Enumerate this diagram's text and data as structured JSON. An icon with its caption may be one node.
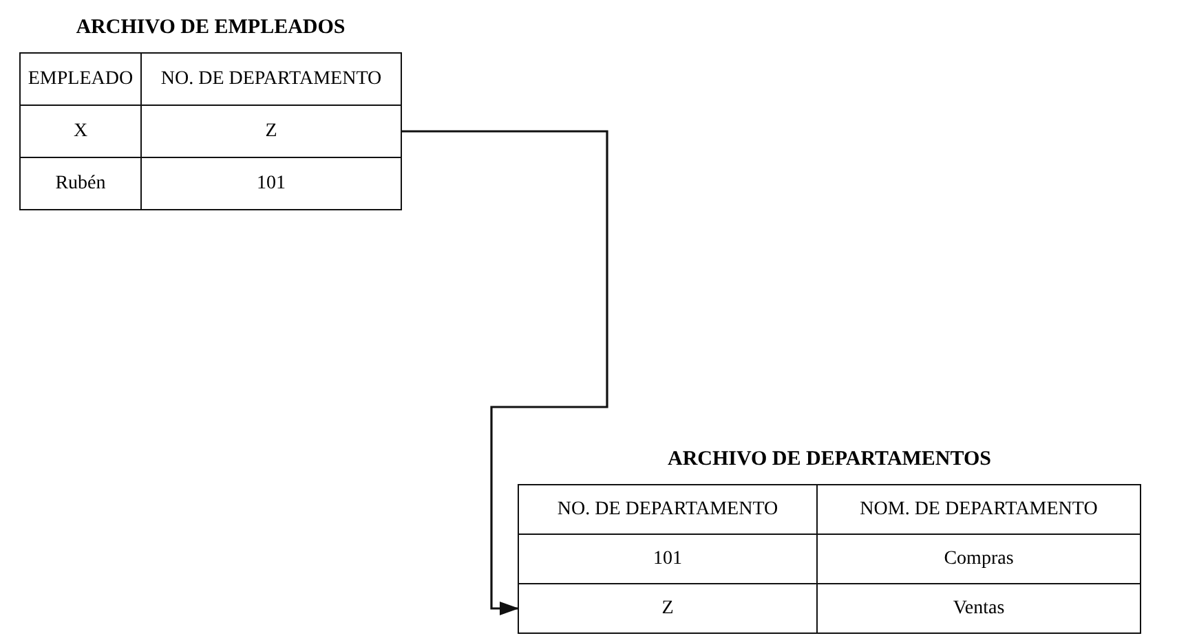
{
  "diagram": {
    "nodes": [
      {
        "text": [
          "ARCHIVO DE EMPLEADOS"
        ]
      },
      {
        "text": [
          "EMPLEADO"
        ],
        "in": 0
      },
      {
        "text": [
          "NO. DE DEPARTAMENTO"
        ],
        "in": 0
      },
      {
        "text": [
          "X"
        ],
        "in": 0
      },
      {
        "text": [
          "Z"
        ],
        "in": 0
      },
      {
        "text": [
          "Rubén"
        ],
        "in": 0
      },
      {
        "text": [
          "101"
        ],
        "in": 0
      },
      {
        "text": [
          "ARCHIVO DE DEPARTAMENTOS"
        ]
      },
      {
        "text": [
          "NO. DE DEPARTAMENTO"
        ],
        "in": 7
      },
      {
        "text": [
          "NOM. DE DEPARTAMENTO"
        ],
        "in": 7
      },
      {
        "text": [
          "101"
        ],
        "in": 7
      },
      {
        "text": [
          "Compras"
        ],
        "in": 7
      },
      {
        "text": [
          "Z"
        ],
        "in": 7
      },
      {
        "text": [
          "Ventas"
        ],
        "in": 7
      }
    ],
    "edges": [
      {
        "from": 4,
        "to": 12,
        "arrow": "to"
      }
    ]
  }
}
